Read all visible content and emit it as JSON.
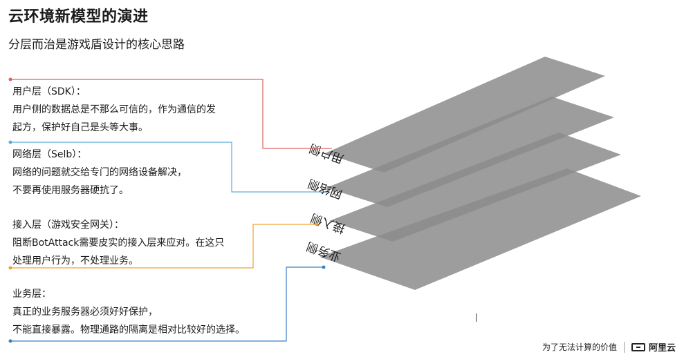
{
  "header": {
    "title": "云环境新模型的演进",
    "subtitle": "分层而治是游戏盾设计的核心思路"
  },
  "layers": [
    {
      "heading": "用户层（SDK）：",
      "lines": [
        "用户侧的数据总是不那么可信的，作为通信的发",
        "起方，保护好自己是头等大事。"
      ],
      "label": "用户侧",
      "color": "#e06060"
    },
    {
      "heading": "网络层（Selb）：",
      "lines": [
        "网络的问题就交给专门的网络设备解决，",
        "不要再使用服务器硬抗了。"
      ],
      "label": "网络侧",
      "color": "#5aaed6"
    },
    {
      "heading": "接入层（游戏安全网关）：",
      "lines": [
        "阻断BotAttack需要皮实的接入层来应对。在这只",
        "处理用户行为，不处理业务。"
      ],
      "label": "接入侧",
      "color": "#f0a030"
    },
    {
      "heading": "业务层：",
      "lines": [
        "真正的业务服务器必须好好保护，",
        "不能直接暴露。物理通路的隔离是相对比较好的选择。"
      ],
      "label": "业务侧",
      "color": "#3a7fc8"
    }
  ],
  "footer": {
    "slogan": "为了无法计算的价值",
    "brand": "阿里云"
  }
}
